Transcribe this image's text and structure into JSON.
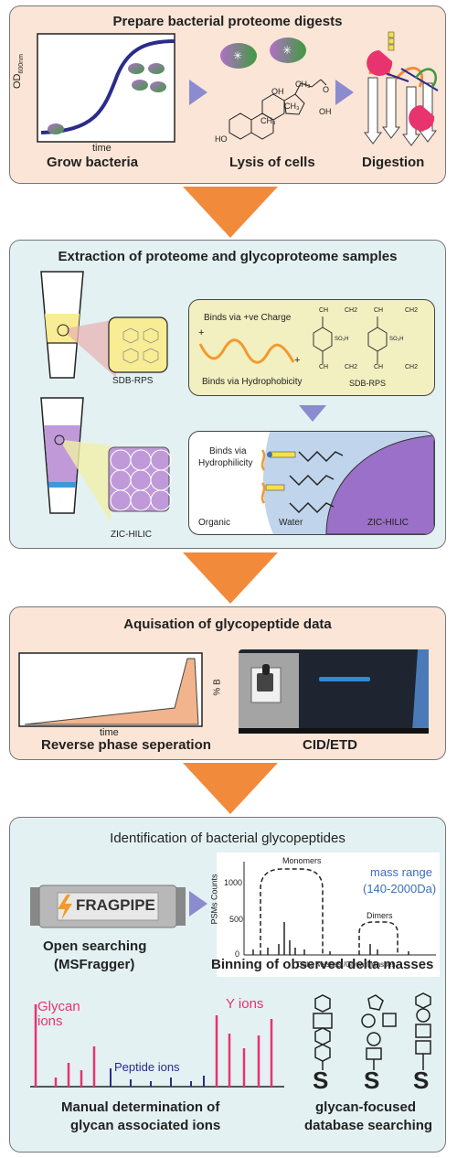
{
  "panel1": {
    "title": "Prepare bacterial proteome digests",
    "y_axis_label": "OD",
    "y_axis_sub": "600nm",
    "x_axis_label": "time",
    "grow_label": "Grow bacteria",
    "lysis_label": "Lysis of cells",
    "digestion_label": "Digestion",
    "chem_labels": {
      "oh": "OH",
      "ch3a": "CH₃",
      "ch3b": "CH₃",
      "ch3c": "CH₃",
      "ho": "HO",
      "o": "O",
      "oh2": "OH"
    }
  },
  "panel2": {
    "title": "Extraction of proteome and glycoproteome samples",
    "sdb_label": "SDB-RPS",
    "zic_label": "ZIC-HILIC",
    "box1": {
      "charge_text": "Binds via +ve Charge",
      "hydrophobic_text": "Binds via Hydrophobicity",
      "resin_label": "SDB-RPS",
      "plus": "+",
      "ch_labels": [
        "CH",
        "CH2",
        "CH",
        "CH2",
        "CH",
        "CH2",
        "CH",
        "CH2"
      ],
      "so3h": "SO₃H"
    },
    "box2": {
      "binds_text": "Binds via",
      "binds_text2": "Hydrophilicity",
      "organic": "Organic",
      "water": "Water",
      "zic": "ZIC-HILIC"
    }
  },
  "panel3": {
    "title": "Aquisation of glycopeptide data",
    "y_label": "% B",
    "x_label": "time",
    "rp_label": "Reverse phase seperation",
    "ms_label": "CID/ETD"
  },
  "panel4": {
    "title": "Identification of bacterial glycopeptides",
    "fragpipe": "FRAGPIPE",
    "open_search_1": "Open searching",
    "open_search_2": "(MSFragger)",
    "hist": {
      "monomers": "Monomers",
      "dimers": "Dimers",
      "mass_range_1": "mass range",
      "mass_range_2": "(140-2000Da)",
      "y_label": "PSMs Counts",
      "x_label": "Delta Masses /Glycan Masses",
      "ticks": [
        "1000",
        "500",
        "0"
      ]
    },
    "binning_label": "Binning of observed delta masses",
    "spec": {
      "glycan_1": "Glycan",
      "glycan_2": "ions",
      "peptide": "Peptide ions",
      "y_ions": "Y ions"
    },
    "manual_1": "Manual determination of",
    "manual_2": "glycan associated ions",
    "s_label": "S",
    "db_1": "glycan-focused",
    "db_2": "database searching"
  },
  "colors": {
    "orange_arrow": "#f28a3c",
    "triangle": "#8b8bd0",
    "navy_curve": "#2b2b8c",
    "peach": "#fbe5d6",
    "light_blue": "#e3f1f3",
    "magenta": "#e8336f",
    "blue_text": "#3b6fb8",
    "purple": "#a07ac8"
  }
}
